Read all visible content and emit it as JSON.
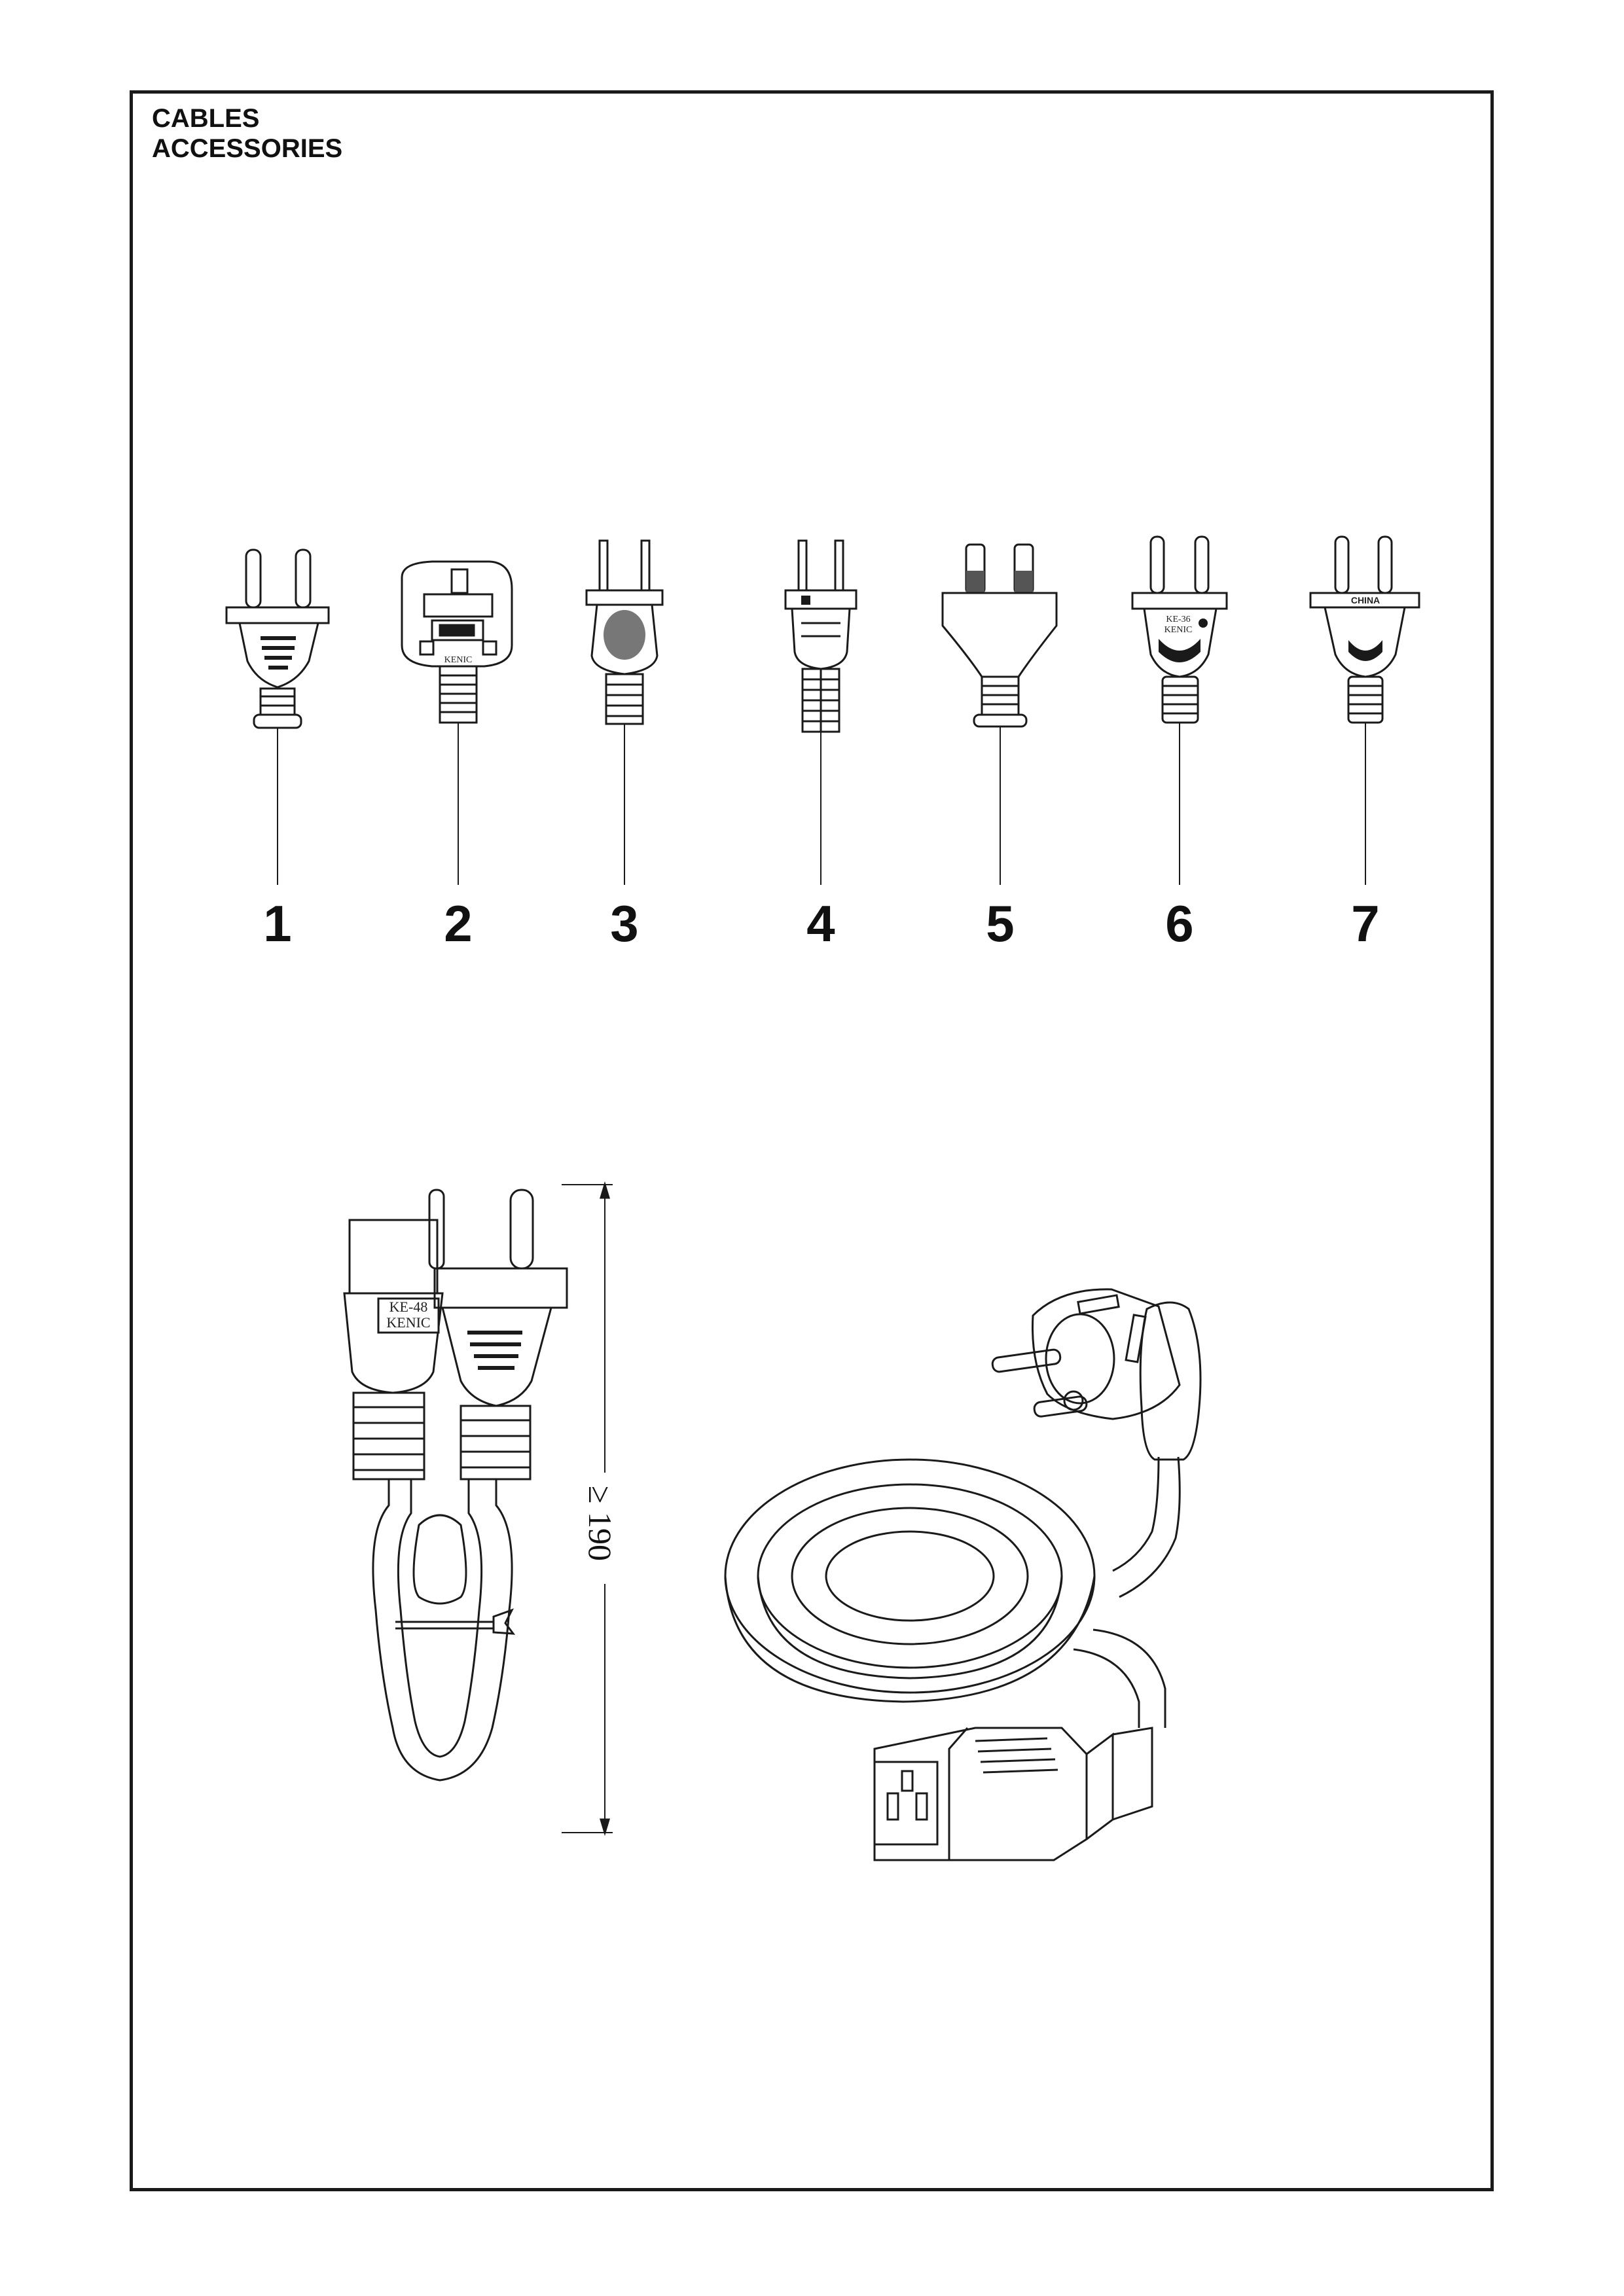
{
  "heading": {
    "line1": "CABLES",
    "line2": "ACCESSORIES"
  },
  "plugs": [
    {
      "number": "1"
    },
    {
      "number": "2",
      "mark": "KENIC"
    },
    {
      "number": "3"
    },
    {
      "number": "4"
    },
    {
      "number": "5"
    },
    {
      "number": "6",
      "mark_top": "KE-36",
      "mark_bottom": "KENIC"
    },
    {
      "number": "7",
      "mark": "CHINA"
    }
  ],
  "cable": {
    "connector_mark_top": "KE-48",
    "connector_mark_bottom": "KENIC",
    "length_label": "≥ 190"
  },
  "colors": {
    "line": "#1a1a1a",
    "background": "#ffffff"
  }
}
